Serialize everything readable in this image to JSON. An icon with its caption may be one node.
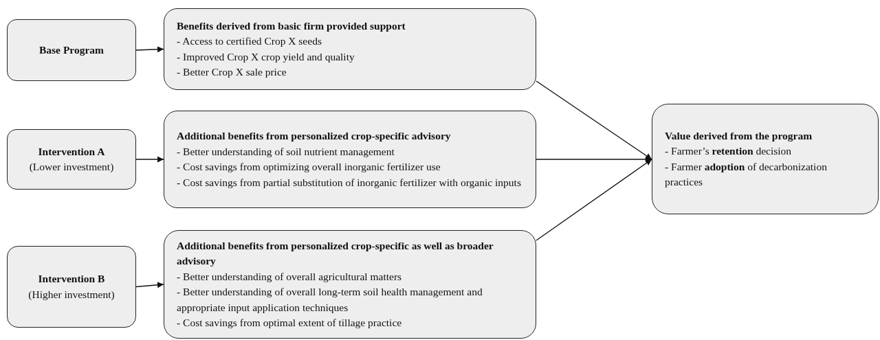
{
  "diagram": {
    "nodes": [
      {
        "text": [
          "Base Program"
        ]
      },
      {
        "text": [
          "Benefits derived from basic firm provided support",
          "- Access to certified Crop X seeds",
          "- Improved Crop X crop yield and quality",
          "- Better Crop X sale price"
        ]
      },
      {
        "text": [
          "Intervention A",
          "(Lower investment)"
        ]
      },
      {
        "text": [
          "Additional benefits from personalized crop-specific advisory",
          "- Better understanding of soil nutrient management",
          "- Cost savings from optimizing overall inorganic fertilizer use",
          "- Cost savings from partial substitution of inorganic fertilizer with organic inputs"
        ]
      },
      {
        "text": [
          "Value derived from the program",
          "- Farmer’s **retention** decision",
          "- Farmer **adoption** of decarbonization practices"
        ]
      },
      {
        "text": [
          "Intervention B",
          "(Higher investment)"
        ]
      },
      {
        "text": [
          "Additional benefits from personalized crop-specific as well as broader advisory",
          "- Better understanding of overall agricultural matters",
          "- Better understanding of overall long-term soil health management and appropriate input application techniques",
          "- Cost savings from optimal extent of tillage practice"
        ]
      }
    ],
    "edges": [
      {
        "from": 0,
        "to": 1,
        "arrow": "to"
      },
      {
        "from": 2,
        "to": 3,
        "arrow": "to"
      },
      {
        "from": 5,
        "to": 6,
        "arrow": "to"
      },
      {
        "from": 1,
        "to": 4,
        "arrow": "to"
      },
      {
        "from": 3,
        "to": 4,
        "arrow": "to"
      },
      {
        "from": 6,
        "to": 4,
        "arrow": "to"
      }
    ]
  }
}
